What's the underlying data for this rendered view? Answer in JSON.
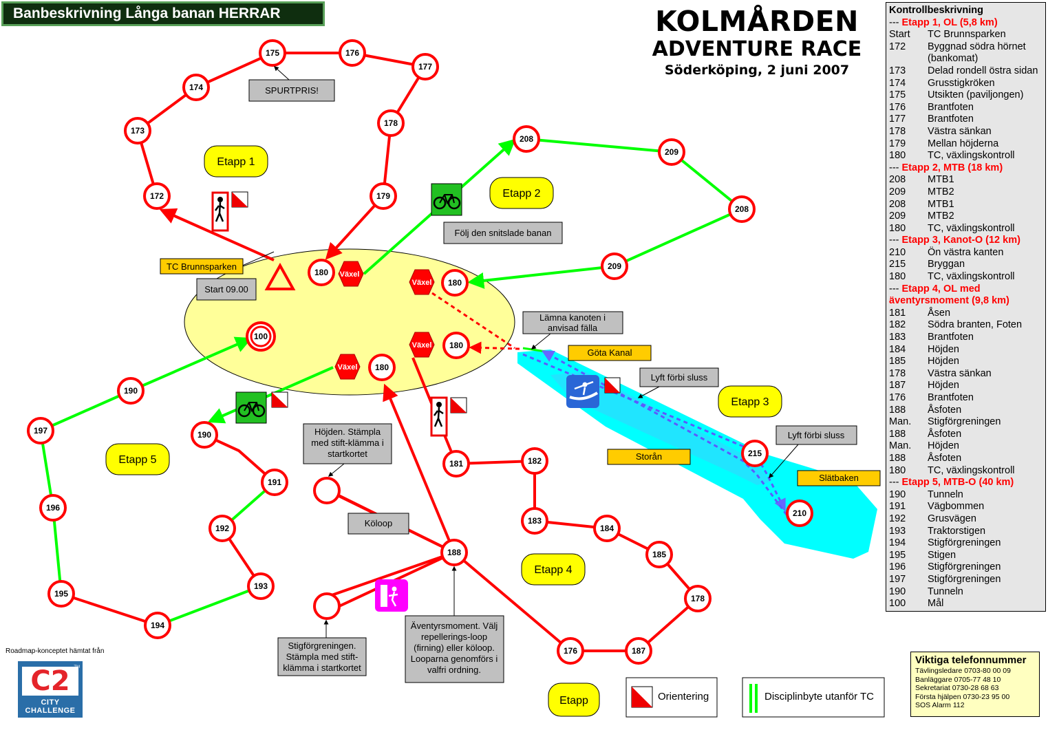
{
  "header": {
    "banner": "Banbeskrivning Långa banan HERRAR",
    "title_line1": "KOLMÅRDEN",
    "title_line2": "ADVENTURE RACE",
    "title_line3": "Söderköping, 2 juni 2007"
  },
  "colors": {
    "orienteering_route": "#ff0000",
    "bike_route": "#00ff00",
    "canoe_route": "#6666ff",
    "water": "#00ffff",
    "tc_area": "#ffff99",
    "label_box": "#c0c0c0",
    "place_box": "#ffcc00",
    "etapp_box": "#ffff00"
  },
  "controls": {
    "c172": "172",
    "c173": "173",
    "c174": "174",
    "c175": "175",
    "c176a": "176",
    "c177": "177",
    "c178a": "178",
    "c179": "179",
    "c180a": "180",
    "c180b": "180",
    "c180c": "180",
    "c180d": "180",
    "c100": "100",
    "c208a": "208",
    "c209a": "209",
    "c208b": "208",
    "c209b": "209",
    "c215": "215",
    "c210": "210",
    "c181": "181",
    "c182": "182",
    "c183": "183",
    "c184": "184",
    "c185": "185",
    "c178b": "178",
    "c187": "187",
    "c176b": "176",
    "c188": "188",
    "c190a": "190",
    "c190b": "190",
    "c191": "191",
    "c192": "192",
    "c193": "193",
    "c194": "194",
    "c195": "195",
    "c196": "196",
    "c197": "197"
  },
  "hexagon_label": "Växel",
  "etapps": {
    "e1": "Etapp 1",
    "e2": "Etapp 2",
    "e3": "Etapp 3",
    "e4": "Etapp 4",
    "e5": "Etapp 5",
    "legend": "Etapp"
  },
  "labels": {
    "spurtpris": "SPURTPRIS!",
    "folj": "Följ den snitslade banan",
    "tc_brunnsparken": "TC Brunnsparken",
    "start": "Start 09.00",
    "lamna_1": "Lämna kanoten i",
    "lamna_2": "anvisad fälla",
    "gota_kanal": "Göta Kanal",
    "lyft1": "Lyft förbi sluss",
    "lyft2": "Lyft förbi sluss",
    "storan": "Storån",
    "slatbaken": "Slätbaken",
    "hojden_1": "Höjden. Stämpla",
    "hojden_2": "med stift-klämma i",
    "hojden_3": "startkortet",
    "koloop": "Köloop",
    "stig_1": "Stigförgreningen.",
    "stig_2": "Stämpla med stift-",
    "stig_3": "klämma i startkortet",
    "av_1": "Äventyrsmoment. Välj",
    "av_2": "repellerings-loop",
    "av_3": "(firning) eller köloop.",
    "av_4": "Looparna genomförs i",
    "av_5": "valfri ordning."
  },
  "legend": {
    "orientering": "Orientering",
    "disciplinbyte": "Disciplinbyte utanför TC"
  },
  "control_description": {
    "title": "Kontrollbeskrivning",
    "sections": [
      {
        "head": "Etapp 1, OL (5,8 km)",
        "rows": [
          {
            "code": "Start",
            "desc": "TC Brunnsparken"
          },
          {
            "code": "172",
            "desc": "Byggnad södra hörnet (bankomat)"
          },
          {
            "code": "173",
            "desc": "Delad rondell östra sidan"
          },
          {
            "code": "174",
            "desc": "Grusstigkröken"
          },
          {
            "code": "175",
            "desc": "Utsikten (paviljongen)"
          },
          {
            "code": "176",
            "desc": "Brantfoten"
          },
          {
            "code": "177",
            "desc": "Brantfoten"
          },
          {
            "code": "178",
            "desc": "Västra sänkan"
          },
          {
            "code": "179",
            "desc": "Mellan höjderna"
          },
          {
            "code": "180",
            "desc": "TC, växlingskontroll"
          }
        ]
      },
      {
        "head": "Etapp 2, MTB (18 km)",
        "rows": [
          {
            "code": "208",
            "desc": "MTB1"
          },
          {
            "code": "209",
            "desc": "MTB2"
          },
          {
            "code": "208",
            "desc": "MTB1"
          },
          {
            "code": "209",
            "desc": "MTB2"
          },
          {
            "code": "180",
            "desc": "TC, växlingskontroll"
          }
        ]
      },
      {
        "head": "Etapp 3, Kanot-O (12 km)",
        "rows": [
          {
            "code": "210",
            "desc": "Ön västra kanten"
          },
          {
            "code": "215",
            "desc": "Bryggan"
          },
          {
            "code": "180",
            "desc": "TC, växlingskontroll"
          }
        ]
      },
      {
        "head": "Etapp 4, OL med äventyrsmoment (9,8 km)",
        "rows": [
          {
            "code": "181",
            "desc": "Åsen"
          },
          {
            "code": "182",
            "desc": "Södra branten, Foten"
          },
          {
            "code": "183",
            "desc": "Brantfoten"
          },
          {
            "code": "184",
            "desc": "Höjden"
          },
          {
            "code": "185",
            "desc": "Höjden"
          },
          {
            "code": "178",
            "desc": "Västra sänkan"
          },
          {
            "code": "187",
            "desc": "Höjden"
          },
          {
            "code": "176",
            "desc": "Brantfoten"
          },
          {
            "code": "188",
            "desc": "Åsfoten"
          },
          {
            "code": "Man.",
            "desc": "Stigförgreningen"
          },
          {
            "code": "188",
            "desc": "Åsfoten"
          },
          {
            "code": "Man.",
            "desc": "Höjden"
          },
          {
            "code": "188",
            "desc": "Åsfoten"
          },
          {
            "code": "180",
            "desc": "TC, växlingskontroll"
          }
        ]
      },
      {
        "head": "Etapp 5, MTB-O (40 km)",
        "rows": [
          {
            "code": "190",
            "desc": "Tunneln"
          },
          {
            "code": "191",
            "desc": "Vägbommen"
          },
          {
            "code": "192",
            "desc": "Grusvägen"
          },
          {
            "code": "193",
            "desc": "Traktorstigen"
          },
          {
            "code": "194",
            "desc": "Stigförgreningen"
          },
          {
            "code": "195",
            "desc": "Stigen"
          },
          {
            "code": "196",
            "desc": "Stigförgreningen"
          },
          {
            "code": "197",
            "desc": "Stigförgreningen"
          },
          {
            "code": "190",
            "desc": "Tunneln"
          },
          {
            "code": "100",
            "desc": "Mål"
          }
        ]
      }
    ]
  },
  "phones": {
    "title": "Viktiga telefonnummer",
    "lines": [
      "Tävlingsledare 0703-80 00 09",
      "Banläggare 0705-77 48 10",
      "Sekretariat 0730-28 68 63",
      "Första hjälpen 0730-23 95 00",
      "SOS Alarm 112"
    ]
  },
  "sponsor": {
    "caption": "Roadmap-konceptet hämtat från",
    "logo_text": "C2",
    "logo_sub": "CITY CHALLENGE",
    "tm": "TM"
  }
}
